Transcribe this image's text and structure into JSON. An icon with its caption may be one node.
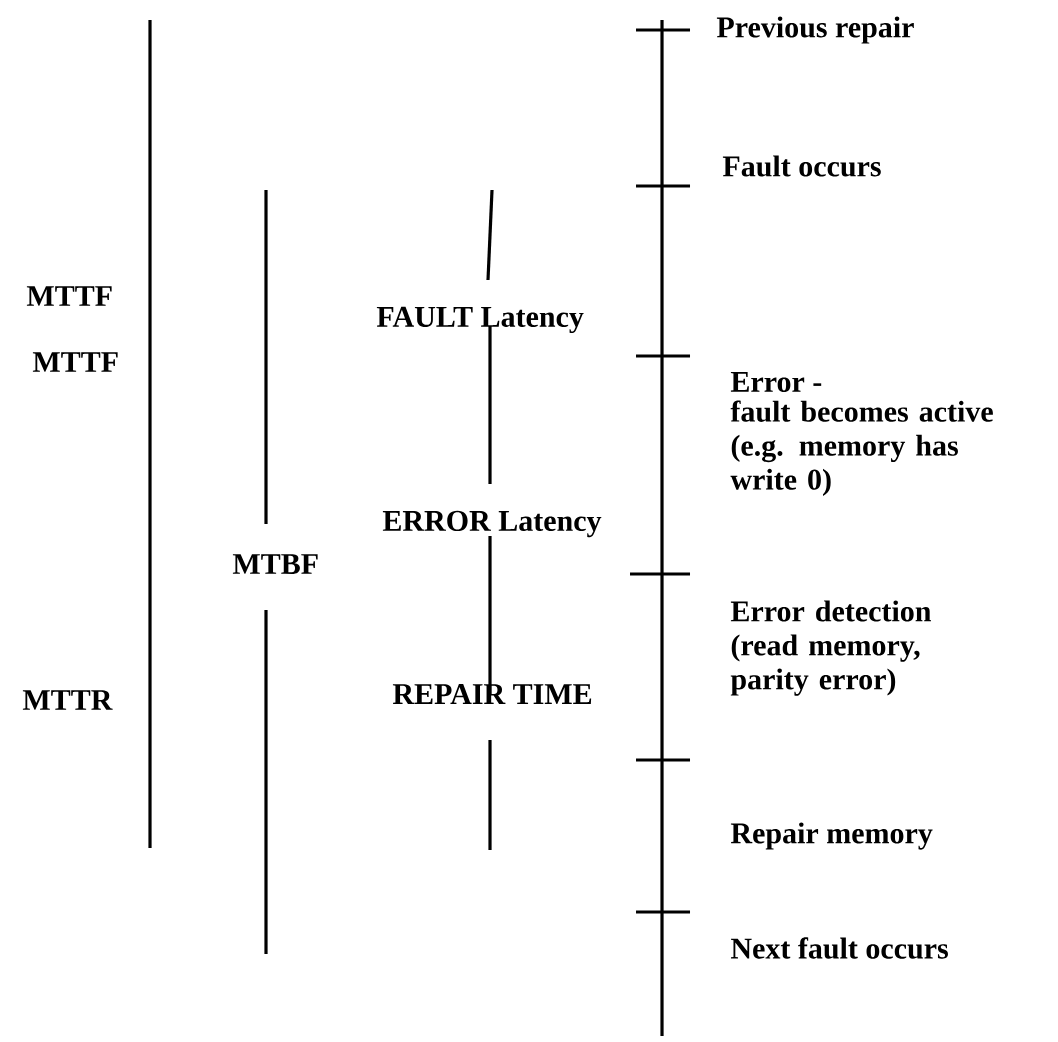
{
  "diagram": {
    "labels": [
      "Previous repair",
      "Fault occurs",
      "MTTF",
      "FAULT Latency",
      "MTTF",
      "Error -",
      "fault becomes active (e.g. memory has write 0)",
      "ERROR Latency",
      "MTBF",
      "Error detection (read memory, parity error)",
      "MTTR",
      "REPAIR TIME",
      "Repair memory",
      "Next fault occurs"
    ]
  }
}
